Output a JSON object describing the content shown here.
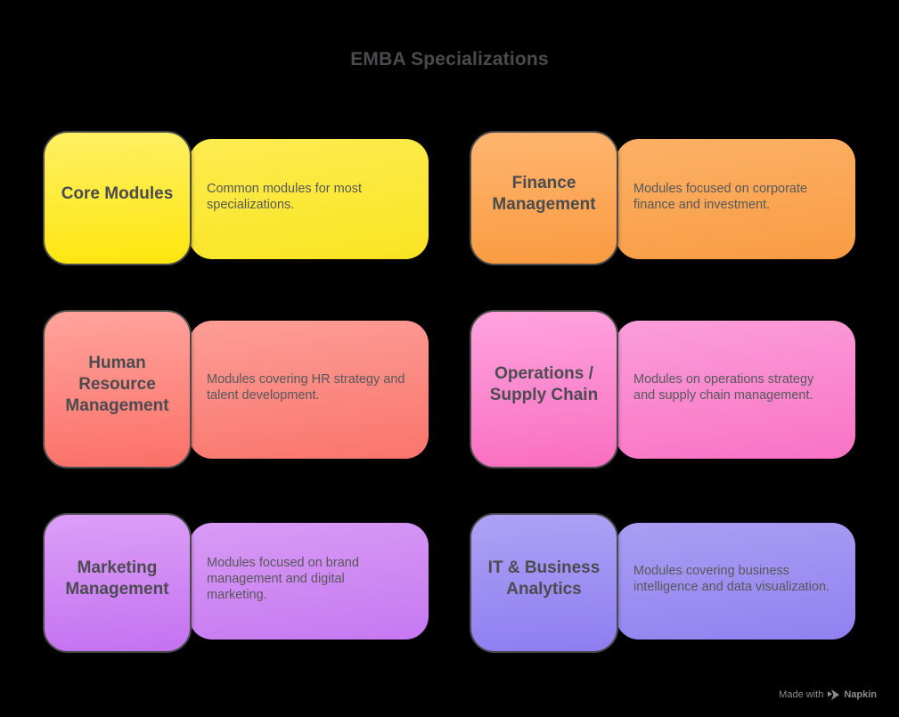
{
  "page": {
    "title": "EMBA Specializations",
    "background": "#000000",
    "title_color": "#4B4B4D"
  },
  "watermark": {
    "prefix": "Made with",
    "brand": "Napkin",
    "icon": "napkin-logo-icon",
    "color": "#8C8C8C"
  },
  "cards": [
    {
      "title": "Core Modules",
      "description": "Common modules for most specializations.",
      "square_from": "#FEF065",
      "square_to": "#FFE60D",
      "body_from": "#FDEC50",
      "body_to": "#F9E422",
      "border": "#4A4A4A"
    },
    {
      "title": "Finance Management",
      "description": "Modules focused on corporate finance and investment.",
      "square_from": "#FFB570",
      "square_to": "#F99B41",
      "body_from": "#FCB166",
      "body_to": "#F89C43",
      "border": "#4A4A4A"
    },
    {
      "title": "Human Resource Management",
      "description": "Modules covering HR strategy and talent development.",
      "square_from": "#FFA39D",
      "square_to": "#FB7168",
      "body_from": "#FC9E97",
      "body_to": "#FA756C",
      "border": "#4A4A4A"
    },
    {
      "title": "Operations / Supply Chain",
      "description": "Modules on operations strategy and supply chain management.",
      "square_from": "#FFA3DF",
      "square_to": "#F96FC0",
      "body_from": "#FB9EDA",
      "body_to": "#F973C4",
      "border": "#4A4A4A"
    },
    {
      "title": "Marketing Management",
      "description": "Modules focused on brand management and digital marketing.",
      "square_from": "#DC9FF7",
      "square_to": "#C472F1",
      "body_from": "#D89BF5",
      "body_to": "#C678F1",
      "border": "#4A4A4A"
    },
    {
      "title": "IT & Business Analytics",
      "description": "Modules covering business intelligence and data visualization.",
      "square_from": "#ADA2F4",
      "square_to": "#8F7DF1",
      "body_from": "#A99EF3",
      "body_to": "#9181F0",
      "border": "#4A4A4A"
    }
  ]
}
